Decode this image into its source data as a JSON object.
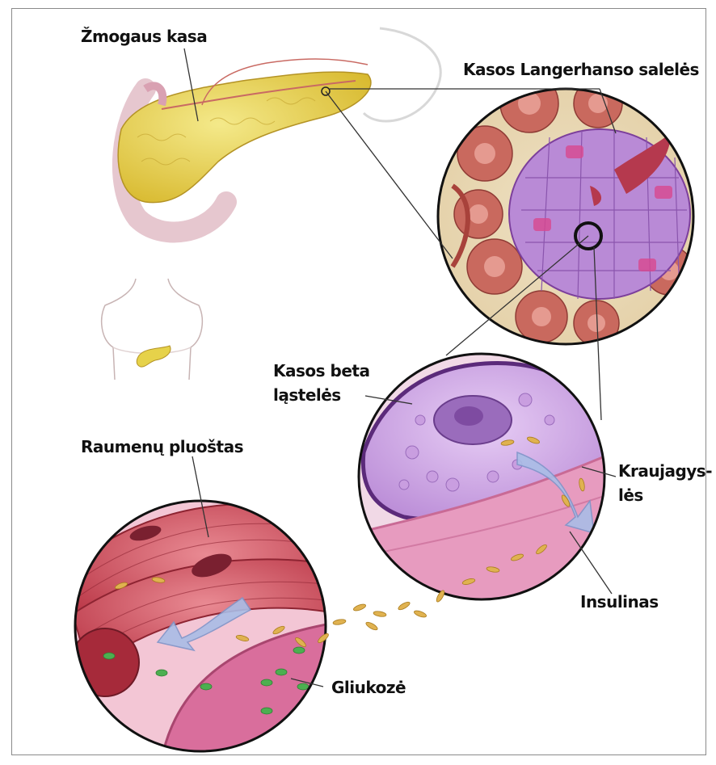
{
  "labels": {
    "human_pancreas": "Žmogaus kasa",
    "islets": "Kasos Langerhanso salelės",
    "beta_cells_line1": "Kasos beta",
    "beta_cells_line2": "ląstelės",
    "muscle_fiber": "Raumenų pluoštas",
    "blood_vessels_line1": "Kraujagys-",
    "blood_vessels_line2": "lės",
    "insulin": "Insulinas",
    "glucose": "Gliukozė"
  },
  "colors": {
    "pancreas": "#e6d24a",
    "islet_cells": "#b98ad6",
    "acini": "#c9695e",
    "beta_cell": "#d8b4ec",
    "vessel": "#e79bbf",
    "muscle": "#c8404c",
    "insulin_granule": "#e0b250",
    "glucose_particle": "#4caf50",
    "arrow": "#a9bde6"
  }
}
